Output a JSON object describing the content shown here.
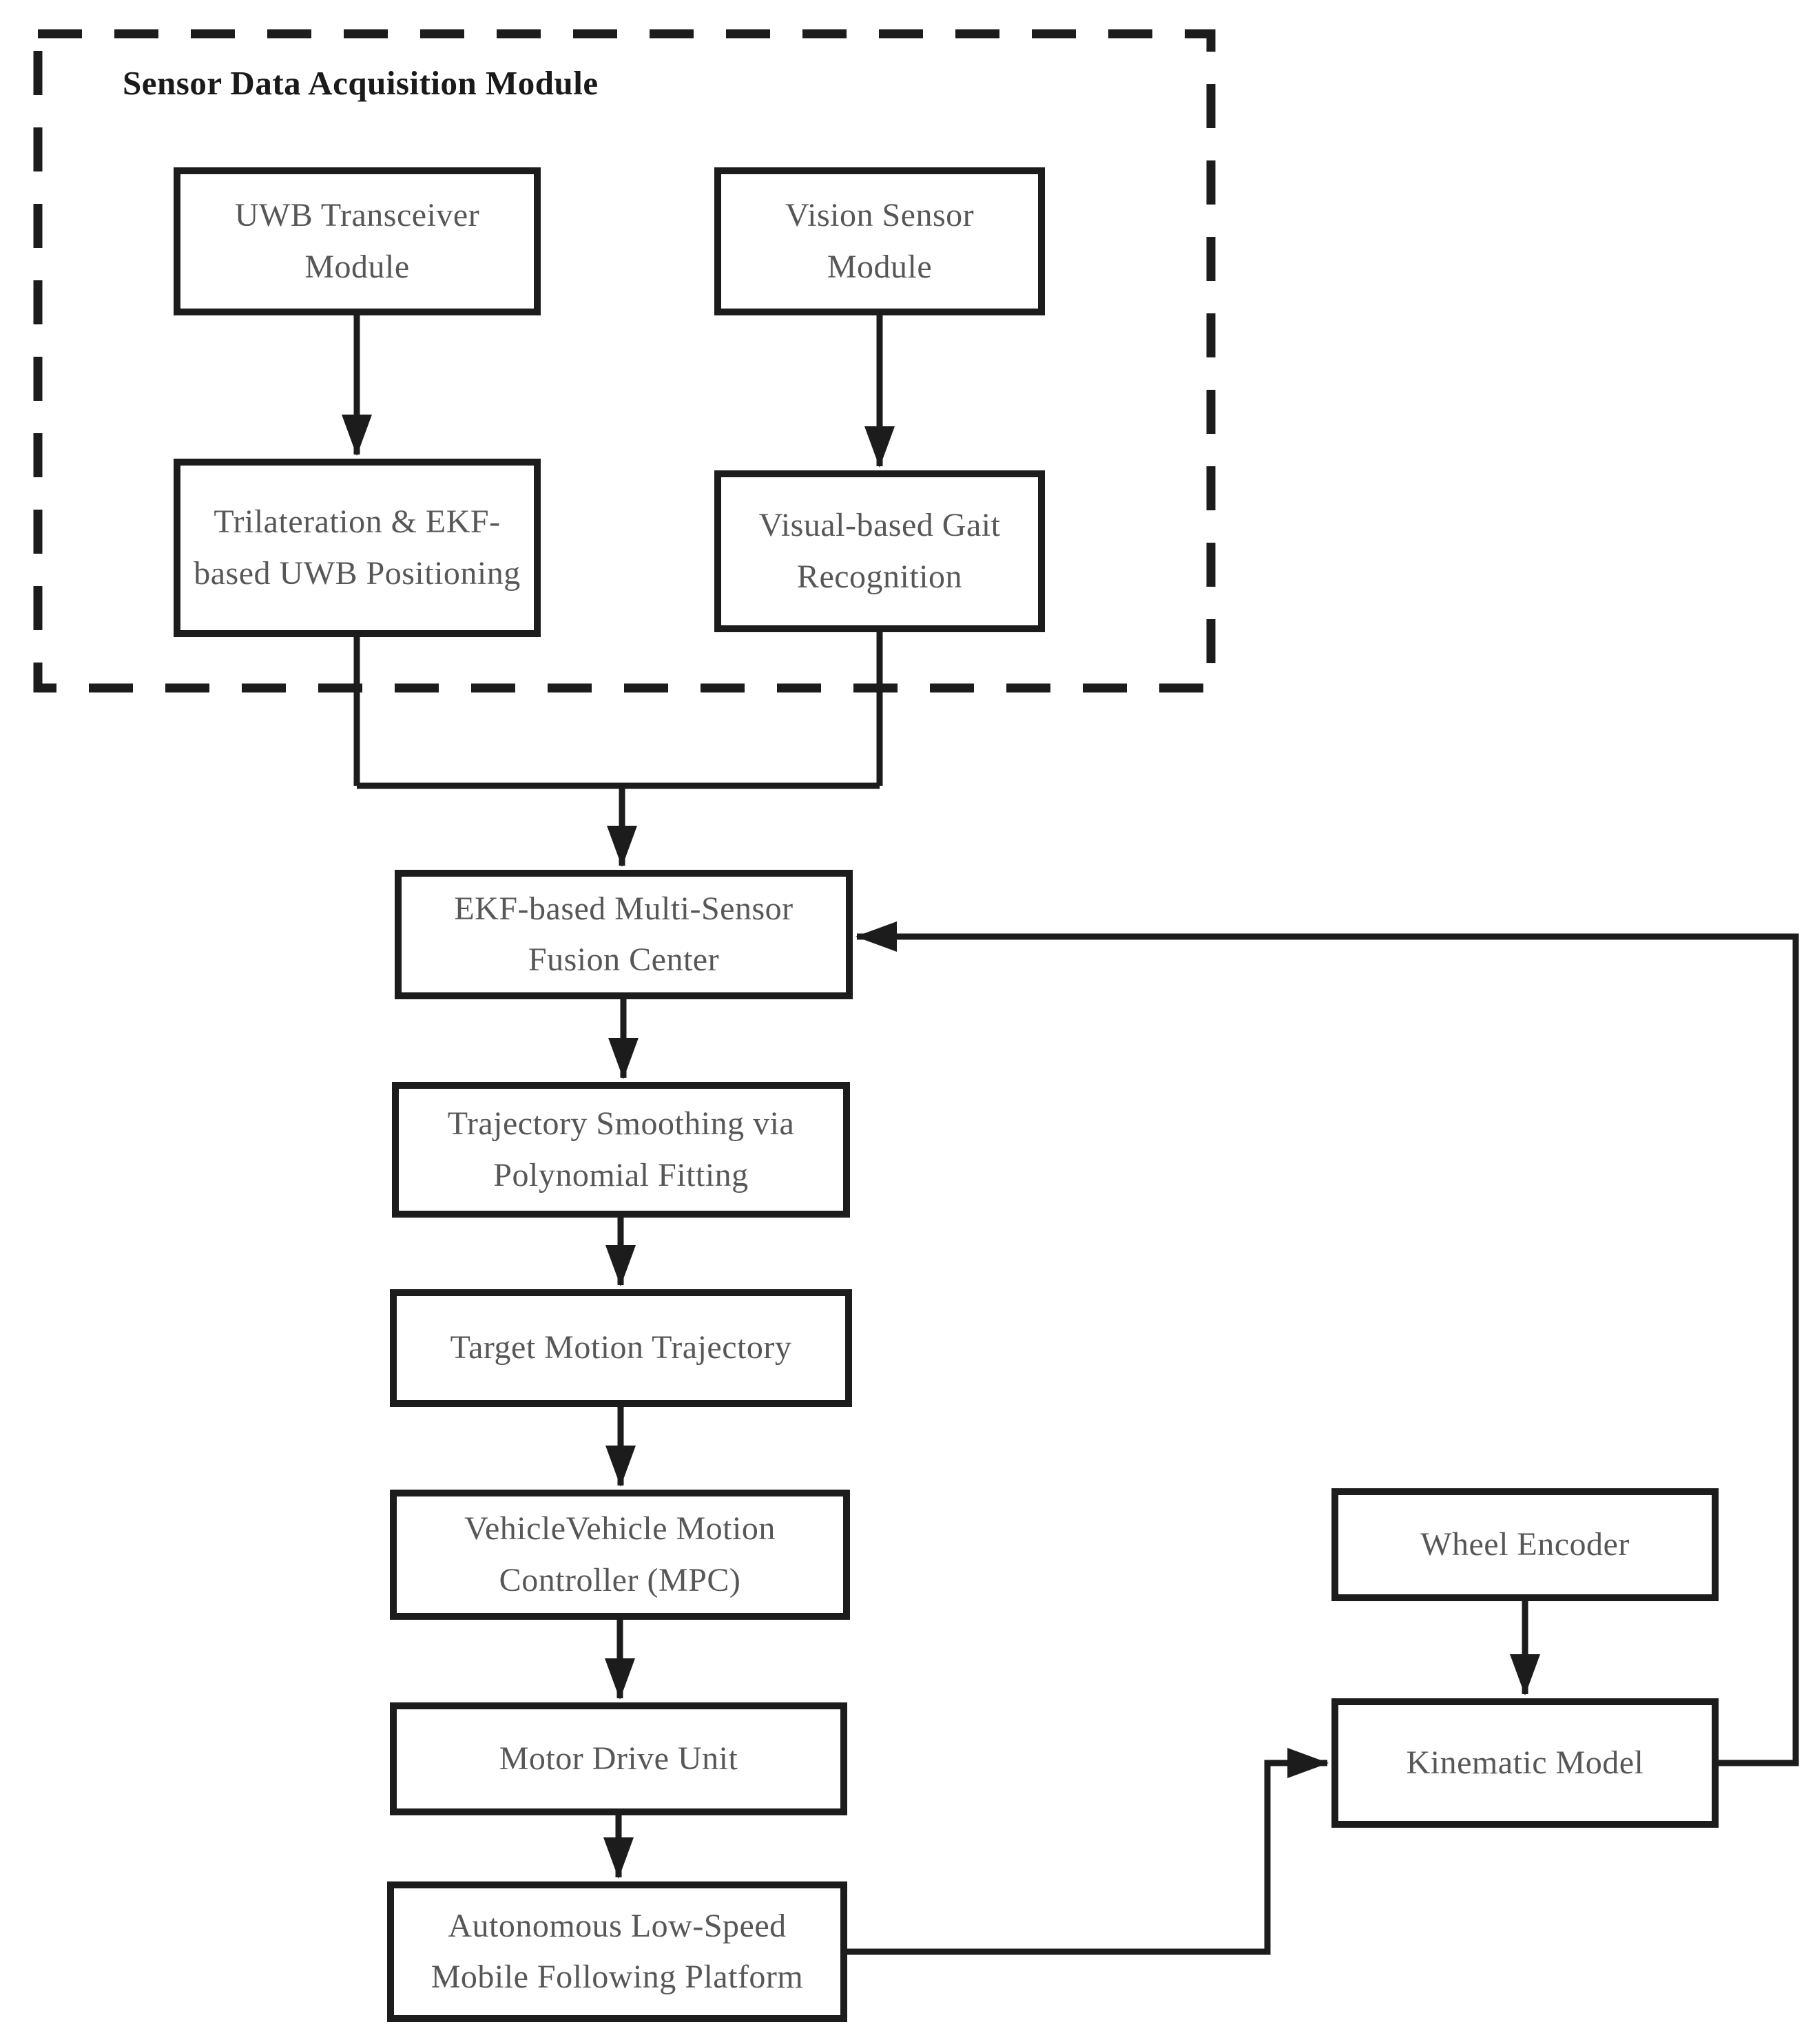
{
  "diagram": {
    "title": "Sensor Data Acquisition Module",
    "nodes": {
      "uwb": {
        "label": "UWB Transceiver\nModule"
      },
      "vision": {
        "label": "Vision Sensor\nModule"
      },
      "trilateration": {
        "label": "Trilateration & EKF-\nbased UWB Positioning"
      },
      "gait": {
        "label": "Visual-based Gait\nRecognition"
      },
      "fusion": {
        "label": "EKF-based Multi-Sensor\nFusion Center"
      },
      "smoothing": {
        "label": "Trajectory Smoothing via\nPolynomial Fitting"
      },
      "target": {
        "label": "Target Motion Trajectory"
      },
      "controller": {
        "label": "VehicleVehicle Motion\nController (MPC)"
      },
      "motor": {
        "label": "Motor Drive Unit"
      },
      "platform": {
        "label": "Autonomous Low-Speed\nMobile Following Platform"
      },
      "wheel": {
        "label": "Wheel Encoder"
      },
      "kinematic": {
        "label": "Kinematic Model"
      }
    },
    "edges": [
      "UWB Transceiver Module -> Trilateration & EKF-based UWB Positioning",
      "Vision Sensor Module -> Visual-based Gait Recognition",
      "Trilateration & EKF-based UWB Positioning + Visual-based Gait Recognition -> EKF-based Multi-Sensor Fusion Center",
      "EKF-based Multi-Sensor Fusion Center -> Trajectory Smoothing via Polynomial Fitting",
      "Trajectory Smoothing via Polynomial Fitting -> Target Motion Trajectory",
      "Target Motion Trajectory -> VehicleVehicle Motion Controller (MPC)",
      "VehicleVehicle Motion Controller (MPC) -> Motor Drive Unit",
      "Motor Drive Unit -> Autonomous Low-Speed Mobile Following Platform",
      "Autonomous Low-Speed Mobile Following Platform -> Kinematic Model",
      "Wheel Encoder -> Kinematic Model",
      "Kinematic Model -> EKF-based Multi-Sensor Fusion Center"
    ],
    "colors": {
      "background": "#ffffff",
      "line": "#1c1c1c",
      "box_border": "#1c1c1c",
      "box_text": "#575757",
      "title_text": "#1a1a1a"
    }
  }
}
